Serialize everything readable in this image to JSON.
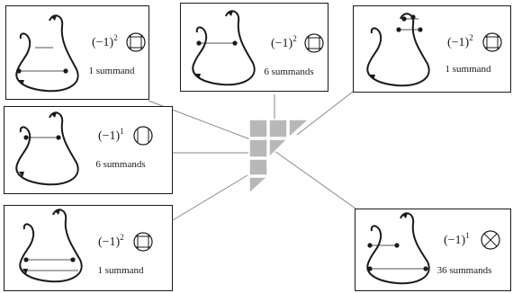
{
  "panels": [
    {
      "id": "p1",
      "sign_base": "(−1)",
      "sign_exp": "2",
      "summands": "1 summand"
    },
    {
      "id": "p2",
      "sign_base": "(−1)",
      "sign_exp": "2",
      "summands": "6 summands"
    },
    {
      "id": "p3",
      "sign_base": "(−1)",
      "sign_exp": "2",
      "summands": "1 summand"
    },
    {
      "id": "p4",
      "sign_base": "(−1)",
      "sign_exp": "1",
      "summands": "6 summands"
    },
    {
      "id": "p5",
      "sign_base": "(−1)",
      "sign_exp": "2",
      "summands": "1 summand"
    },
    {
      "id": "p6",
      "sign_base": "(−1)",
      "sign_exp": "1",
      "summands": "36 summands"
    }
  ],
  "colors": {
    "ink": "#1a1a1a",
    "cell_fill": "#b8b8b8",
    "connector": "#8a8a8a"
  }
}
